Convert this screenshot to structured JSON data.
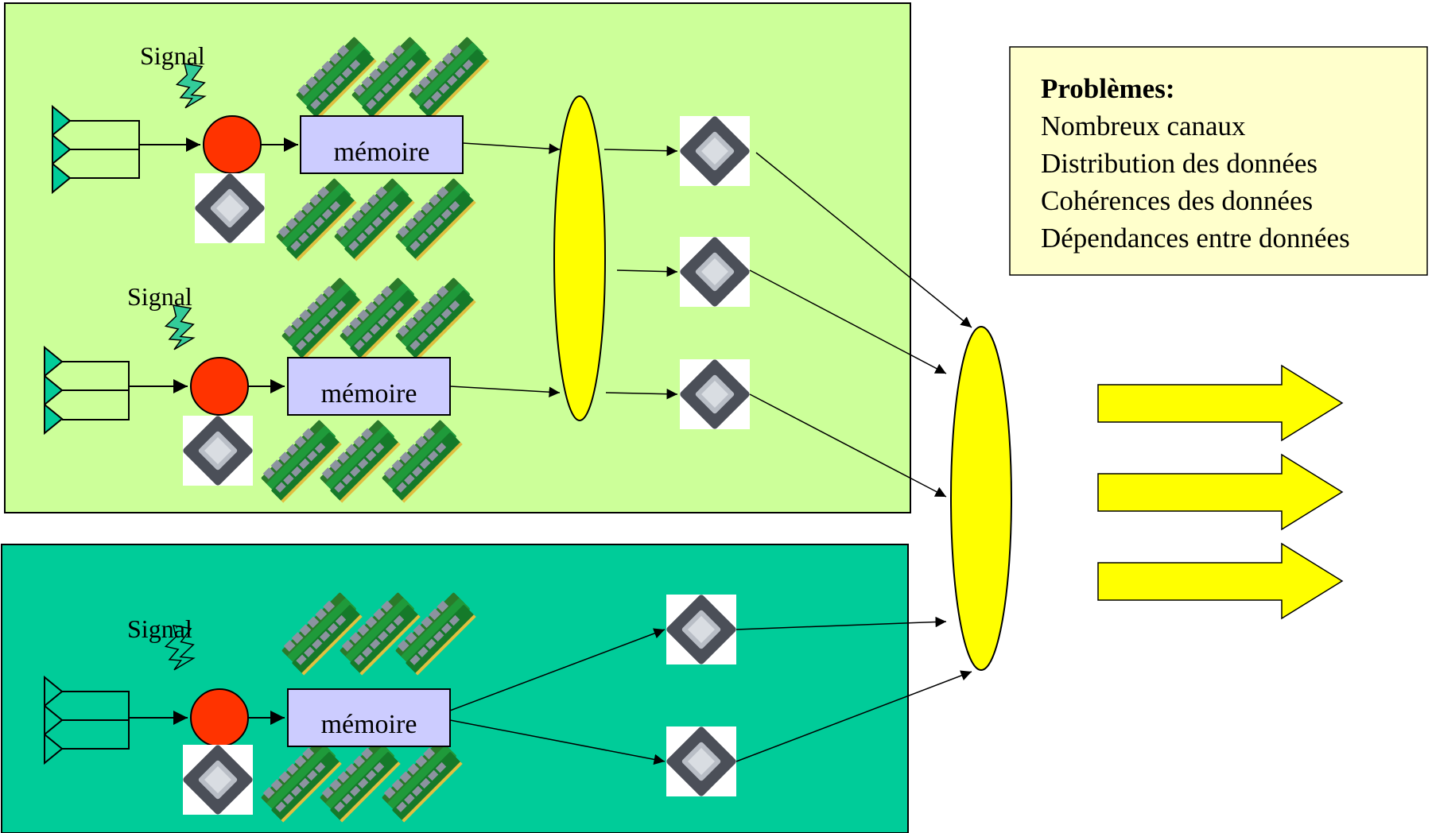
{
  "colors": {
    "panel_light": "#ccff99",
    "panel_dark": "#00cc99",
    "adc_red": "#ff3300",
    "memory_fill": "#ccccff",
    "bus_yellow": "#ffff00",
    "lightning": "#33cc99",
    "problem_bg": "#ffffcc",
    "chip_body": "#4b4f58",
    "chip_die": "#b9bec6",
    "ram_green": "#1f9a3a"
  },
  "icons": [
    "antenna-triangle-icon",
    "lightning-icon",
    "cpu-chip-icon",
    "ram-module-icon",
    "fat-arrow-icon"
  ],
  "chains": [
    {
      "signal_label": "Signal",
      "memory_label": "mémoire"
    },
    {
      "signal_label": "Signal",
      "memory_label": "mémoire"
    },
    {
      "signal_label": "Signal",
      "memory_label": "mémoire"
    }
  ],
  "problems": {
    "title": "Problèmes:",
    "items": [
      "Nombreux canaux",
      "Distribution des données",
      "Cohérences des données",
      "Dépendances entre données"
    ]
  }
}
